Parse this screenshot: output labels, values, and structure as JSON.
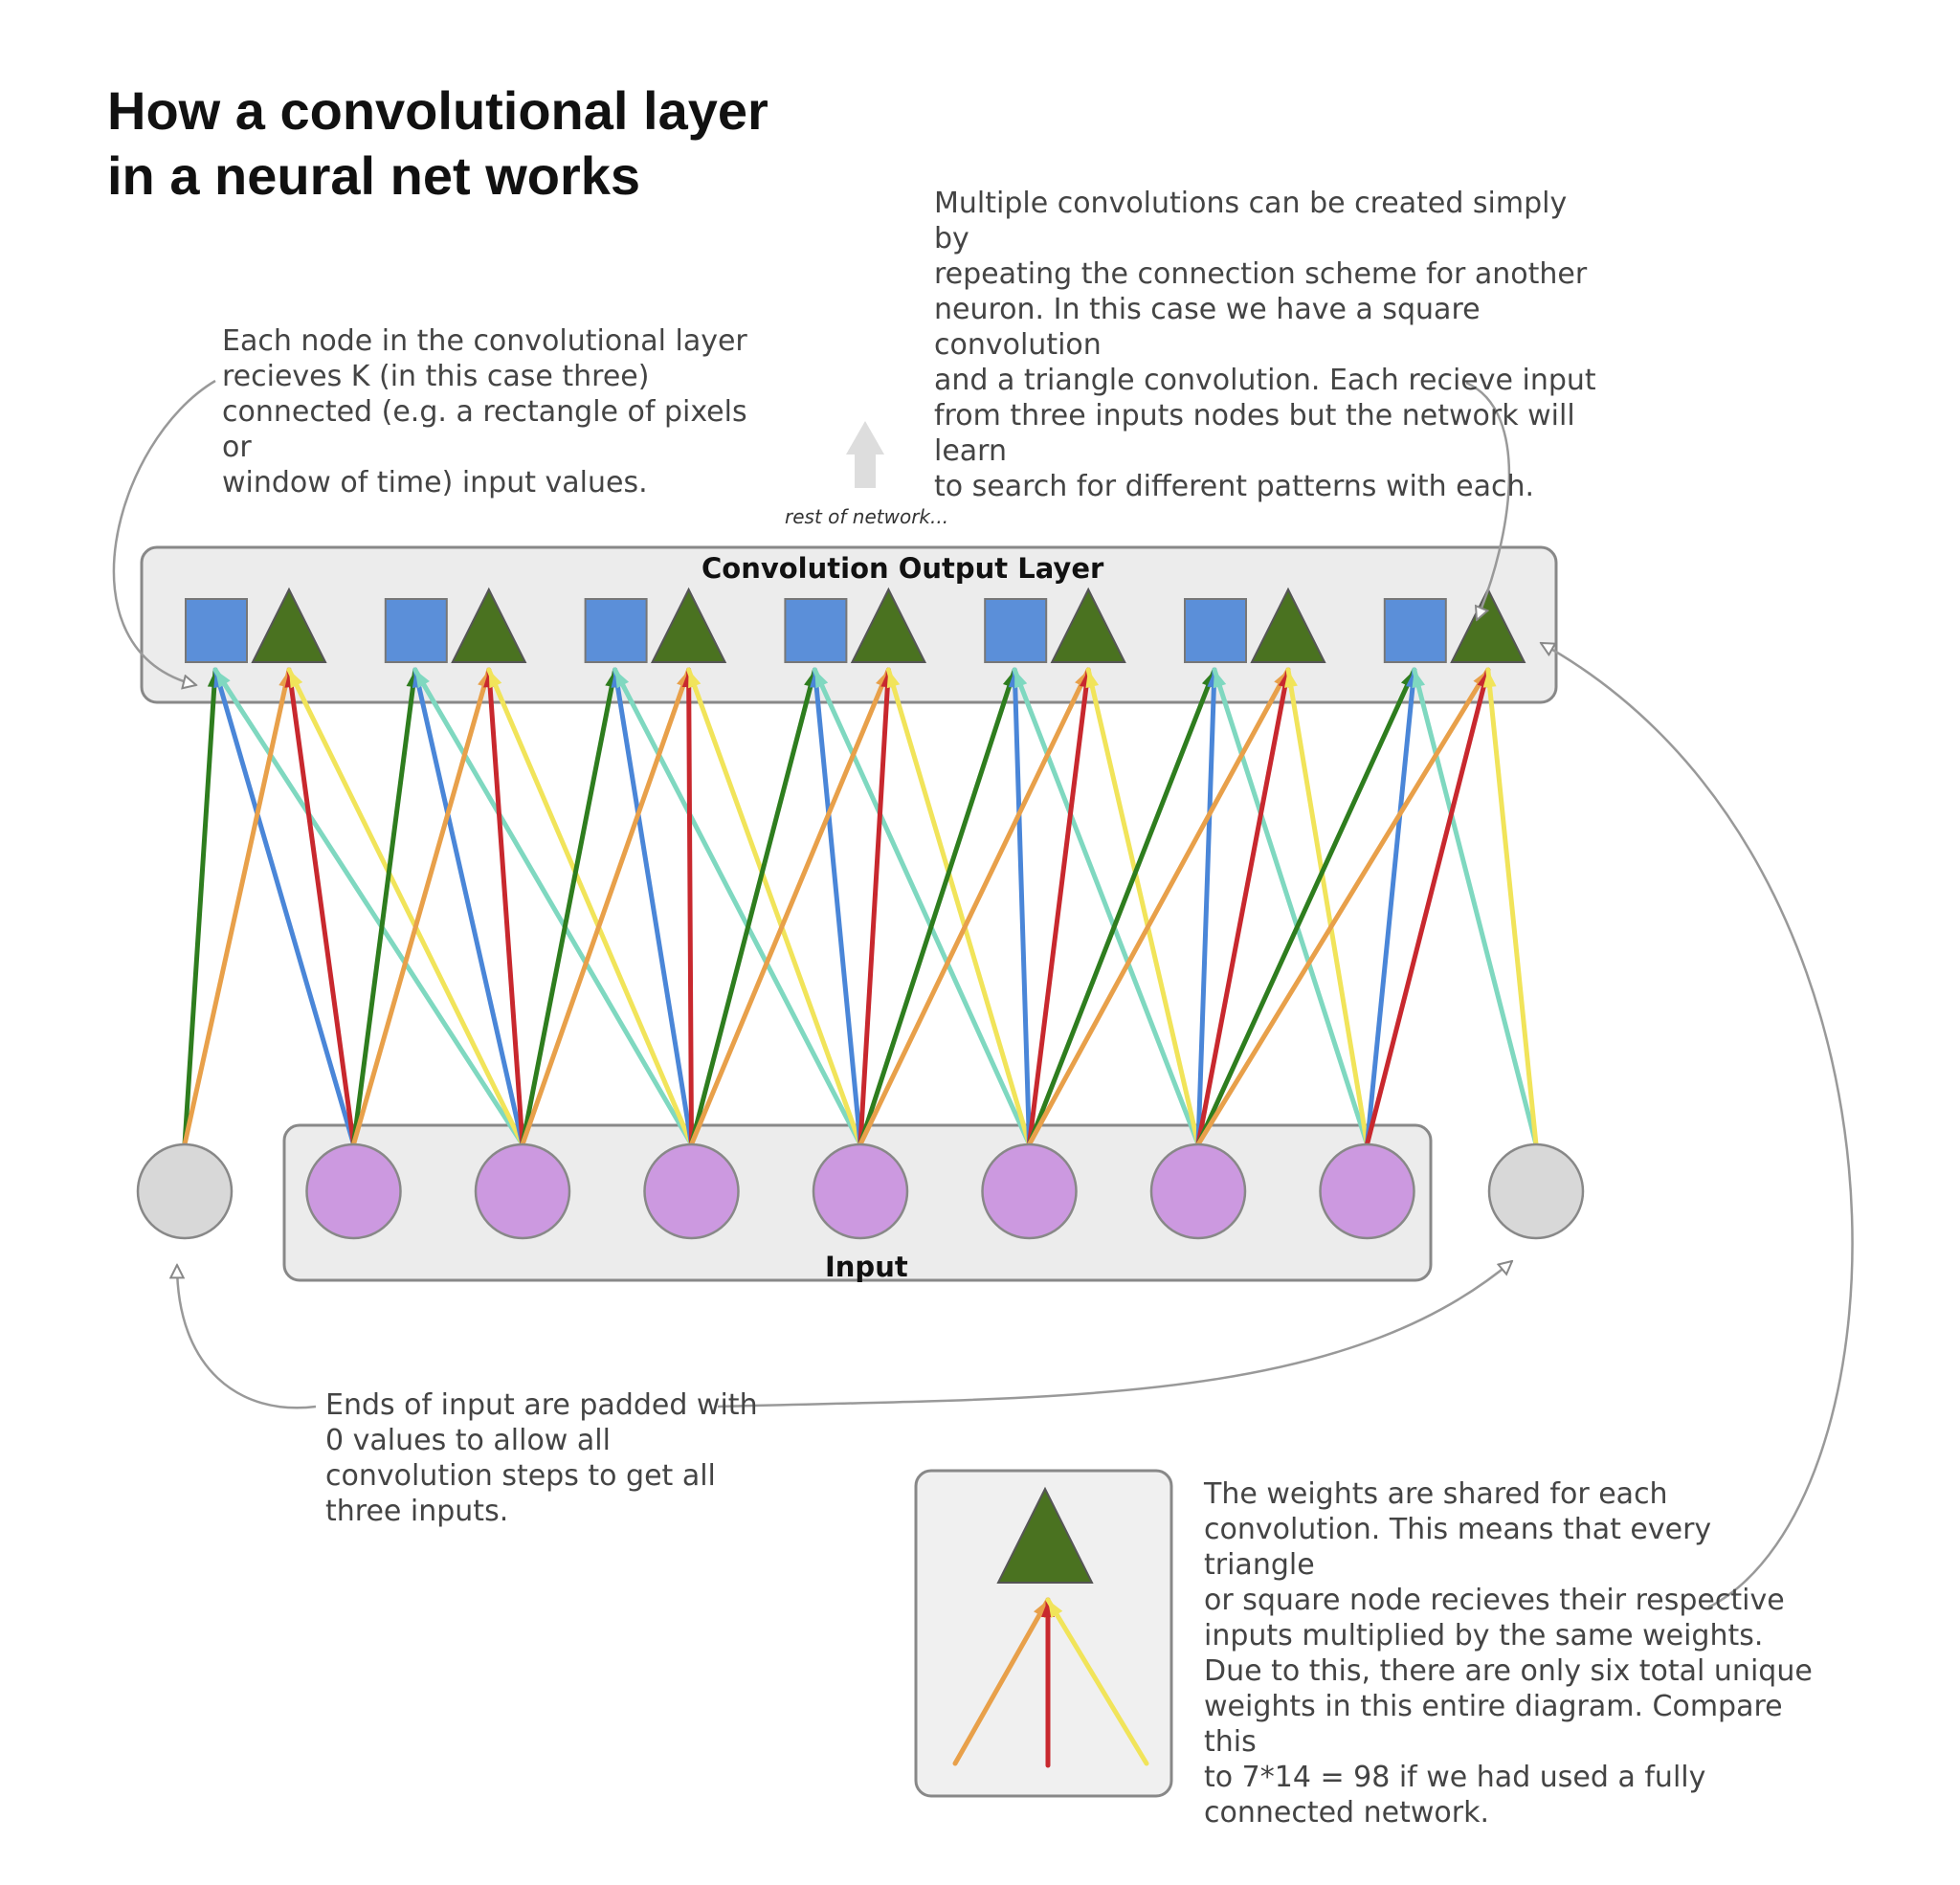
{
  "title_lines": [
    "How a convolutional layer",
    "in a neural net works"
  ],
  "notes": {
    "left": [
      "Each node in the convolutional layer",
      "recieves K (in this case three)",
      "connected (e.g. a rectangle of pixels or",
      "window of time) input values."
    ],
    "top": [
      "Multiple convolutions can be created simply by",
      "repeating the connection scheme for another",
      "neuron. In this case we have a square convolution",
      "and a triangle convolution. Each recieve input",
      "from three inputs nodes but the network will learn",
      "to search for different patterns with each."
    ],
    "pad": [
      "Ends of input are padded with",
      "0 values to allow all",
      "convolution steps to get all",
      "three inputs."
    ],
    "weights": [
      "The weights are shared for each",
      "convolution. This means that every triangle",
      "or square node recieves their respective",
      "inputs multiplied by the same weights.",
      "Due to this, there are only six total unique",
      "weights in this entire diagram. Compare this",
      "to 7*14 = 98 if we had used a fully",
      "connected network."
    ]
  },
  "rest_label": "rest of network...",
  "output_layer_label": "Convolution Output Layer",
  "input_layer_label": "Input",
  "graph": {
    "output_pairs": 7,
    "input_nodes": 7,
    "padding_nodes": 2,
    "square_weights": [
      "#2e7d1e",
      "#4a86d8",
      "#7fd8c0"
    ],
    "triangle_weights": [
      "#e8a04a",
      "#c8282e",
      "#f1e45a"
    ],
    "square_color": "#5b8fd9",
    "triangle_color": "#4a7220",
    "input_color": "#cc99e0",
    "padding_color": "#d8d8d8",
    "box_color": "#ececec"
  }
}
